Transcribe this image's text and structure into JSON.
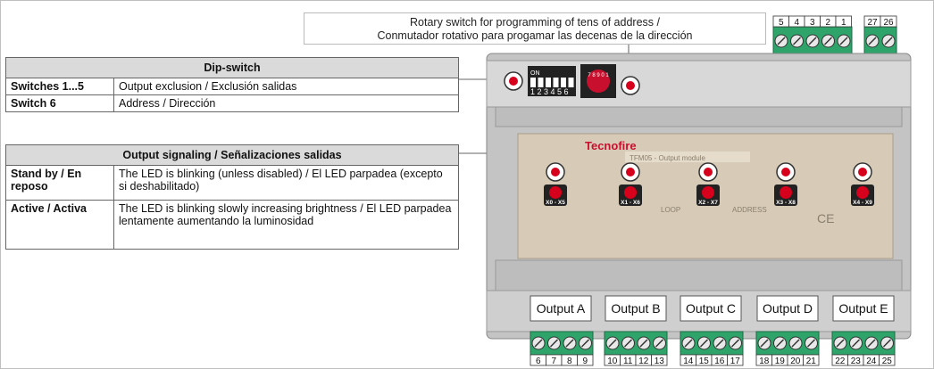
{
  "callout_top": {
    "line1": "Rotary switch for programming of tens of address /",
    "line2": "Conmutador rotativo para progamar las decenas de la dirección"
  },
  "dip_table": {
    "header": "Dip-switch",
    "rows": [
      {
        "label": "Switches 1...5",
        "value": "Output exclusion / Exclusión salidas"
      },
      {
        "label": "Switch 6",
        "value": "Address / Dirección"
      }
    ]
  },
  "signal_table": {
    "header": "Output signaling / Señalizaciones salidas",
    "rows": [
      {
        "label": "Stand by / En reposo",
        "value": "The LED is blinking (unless disabled) / El LED parpadea (excepto si deshabilitado)"
      },
      {
        "label": "Active / Activa",
        "value": "The LED is blinking slowly increasing brightness / El LED parpadea lentamente aumentando la luminosidad"
      }
    ]
  },
  "device": {
    "dip_on": "ON",
    "dip_numbers": "1 2 3 4 5 6",
    "rotary_digits": "7 8 9 0 1",
    "brand": "Tecnofire",
    "panel_title": "TFM05 - Output module",
    "loop": "LOOP",
    "address": "ADDRESS",
    "ce": "CE",
    "led_buttons": [
      "X0 - X5",
      "X1 - X6",
      "X2 - X7",
      "X3 - X8",
      "X4 - X9"
    ]
  },
  "outputs": [
    "Output A",
    "Output B",
    "Output C",
    "Output D",
    "Output E"
  ],
  "top_terminals": {
    "left": [
      "5",
      "4",
      "3",
      "2",
      "1"
    ],
    "right": [
      "27",
      "26"
    ]
  },
  "bottom_terminals": [
    [
      "6",
      "7",
      "8",
      "9"
    ],
    [
      "10",
      "11",
      "12",
      "13"
    ],
    [
      "14",
      "15",
      "16",
      "17"
    ],
    [
      "18",
      "19",
      "20",
      "21"
    ],
    [
      "22",
      "23",
      "24",
      "25"
    ]
  ],
  "colors": {
    "terminal_green": "#2ea36a",
    "led_red": "#d6001c",
    "housing_grey": "#c4c4c4"
  }
}
